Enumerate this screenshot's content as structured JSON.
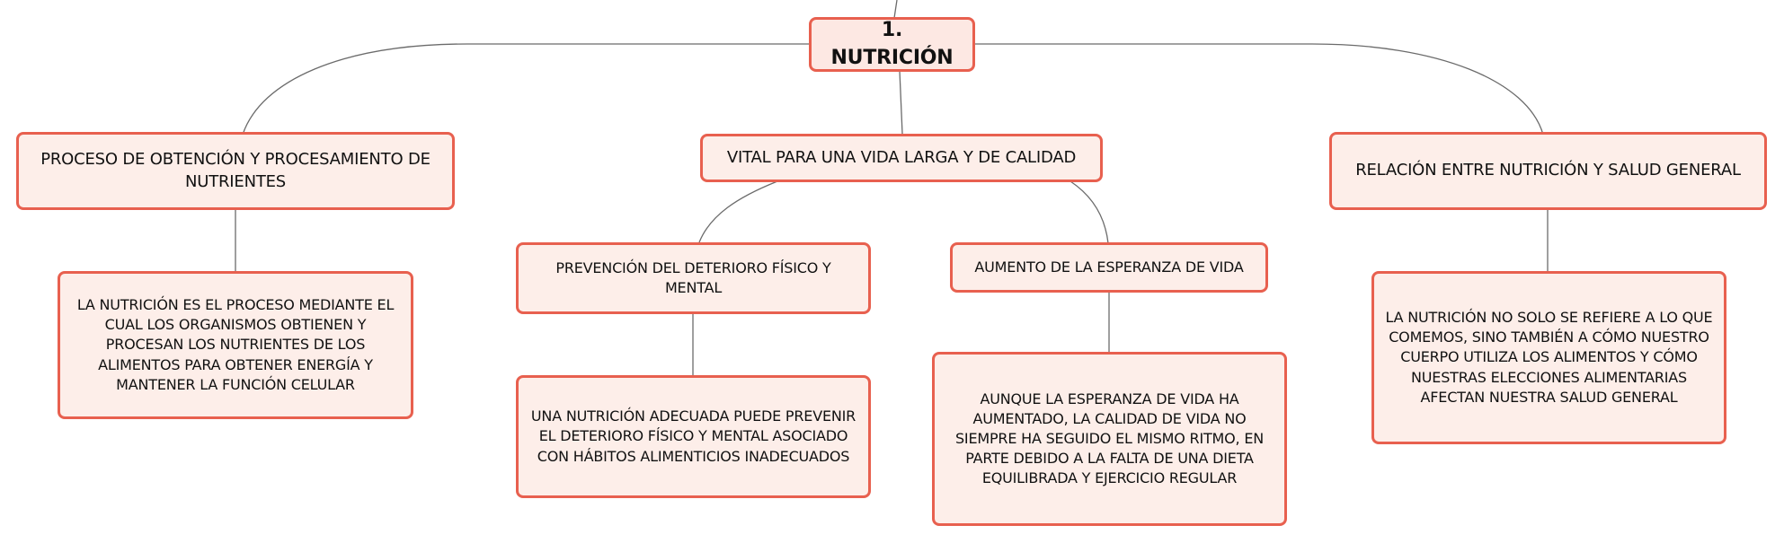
{
  "mindmap": {
    "root": {
      "label": "1. NUTRICIÓN"
    },
    "branches": [
      {
        "label": "PROCESO DE OBTENCIÓN Y PROCESAMIENTO DE NUTRIENTES",
        "detail": "LA NUTRICIÓN ES EL PROCESO MEDIANTE EL CUAL LOS ORGANISMOS OBTIENEN Y PROCESAN LOS NUTRIENTES DE LOS ALIMENTOS PARA OBTENER ENERGÍA Y MANTENER LA FUNCIÓN CELULAR"
      },
      {
        "label": "VITAL PARA UNA VIDA LARGA Y DE CALIDAD",
        "children": [
          {
            "label": "PREVENCIÓN DEL DETERIORO FÍSICO Y MENTAL",
            "detail": "UNA NUTRICIÓN ADECUADA PUEDE PREVENIR EL DETERIORO FÍSICO Y MENTAL ASOCIADO CON HÁBITOS ALIMENTICIOS INADECUADOS"
          },
          {
            "label": "AUMENTO DE LA ESPERANZA DE VIDA",
            "detail": "AUNQUE LA ESPERANZA DE VIDA HA AUMENTADO, LA CALIDAD DE VIDA NO SIEMPRE HA SEGUIDO EL MISMO RITMO, EN PARTE DEBIDO A LA FALTA DE UNA DIETA EQUILIBRADA Y EJERCICIO REGULAR"
          }
        ]
      },
      {
        "label": "RELACIÓN ENTRE NUTRICIÓN Y SALUD GENERAL",
        "detail": "LA NUTRICIÓN NO SOLO SE REFIERE A LO QUE COMEMOS, SINO TAMBIÉN A CÓMO NUESTRO CUERPO UTILIZA LOS ALIMENTOS Y CÓMO NUESTRAS ELECCIONES ALIMENTARIAS AFECTAN NUESTRA SALUD GENERAL"
      }
    ]
  },
  "colors": {
    "node_border": "#e8604f",
    "node_fill": "#fdeee9",
    "connector": "#6b6b6b",
    "text": "#111111"
  }
}
